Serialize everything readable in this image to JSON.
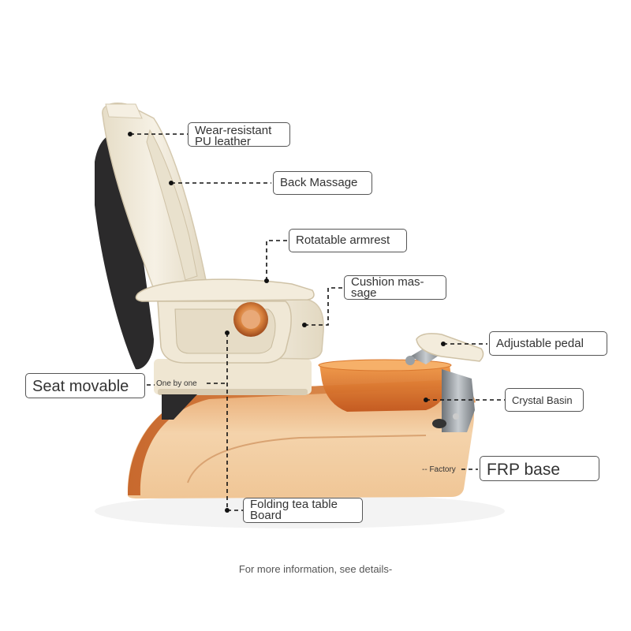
{
  "labels": {
    "pu_leather": [
      "Wear-resistant",
      "PU leather"
    ],
    "back_massage": "Back Massage",
    "armrest": "Rotatable armrest",
    "cushion": [
      "Cushion mas-",
      "sage"
    ],
    "pedal": "Adjustable pedal",
    "seat": "Seat movable",
    "seat_note": "One by one",
    "basin": "Crystal Basin",
    "frp": "FRP base",
    "frp_note": "Factory",
    "tea_table": [
      "Folding tea table",
      "Board"
    ]
  },
  "footer": "For more information, see details-",
  "colors": {
    "leather": "#f1ebdc",
    "black_back": "#2b2a2b",
    "base_light": "#f0ceA2",
    "base_orange": "#d98a4e",
    "basin": "#e07b2a",
    "chrome": "#8a8f94"
  }
}
